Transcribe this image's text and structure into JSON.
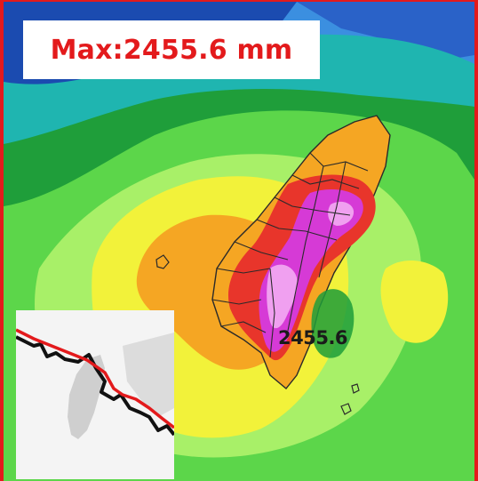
{
  "title": "Max:2455.6 mm",
  "peak_label": "2455.6",
  "colors": {
    "frame": "#e31a1c",
    "title_text": "#e31a1c",
    "rain_light_blue": "#3b8fe0",
    "rain_dark_blue": "#1b4bb0",
    "rain_teal": "#1fb5b0",
    "rain_dark_green": "#1f9e3a",
    "rain_green": "#5cd64a",
    "rain_light_green": "#a8f068",
    "rain_yellow": "#f2f23a",
    "rain_orange": "#f5a623",
    "rain_red": "#e8352b",
    "rain_magenta": "#d63ad6",
    "rain_pink": "#f0a0f0",
    "track_observed": "#111111",
    "track_forecast": "#e31a1c",
    "inset_land": "#cfcfcf"
  },
  "inset": {
    "tracks": [
      {
        "color_key": "track_observed"
      },
      {
        "color_key": "track_forecast"
      }
    ]
  }
}
